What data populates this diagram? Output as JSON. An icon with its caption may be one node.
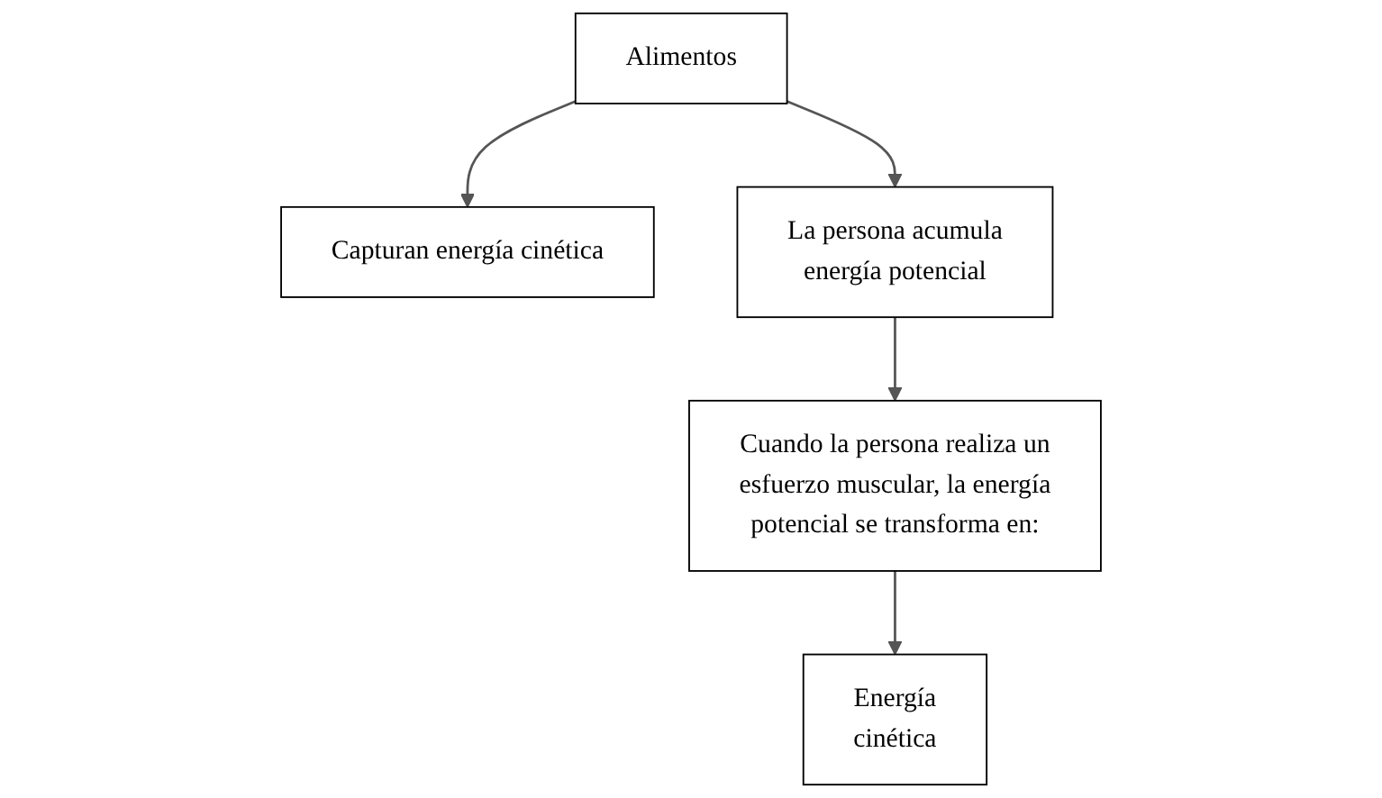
{
  "diagram": {
    "nodes": [
      {
        "text": [
          "Alimentos"
        ]
      },
      {
        "text": [
          "Capturan energía cinética"
        ]
      },
      {
        "text": [
          "La persona acumula energía potencial"
        ]
      },
      {
        "text": [
          "Cuando la persona realiza un esfuerzo muscular, la energía potencial se transforma en:"
        ]
      },
      {
        "text": [
          "Energía cinética"
        ]
      }
    ],
    "edges": [
      {
        "from": 0,
        "to": 1,
        "arrow": "to"
      },
      {
        "from": 0,
        "to": 2,
        "arrow": "to"
      },
      {
        "from": 2,
        "to": 3,
        "arrow": "to"
      },
      {
        "from": 3,
        "to": 4,
        "arrow": "to"
      }
    ]
  }
}
